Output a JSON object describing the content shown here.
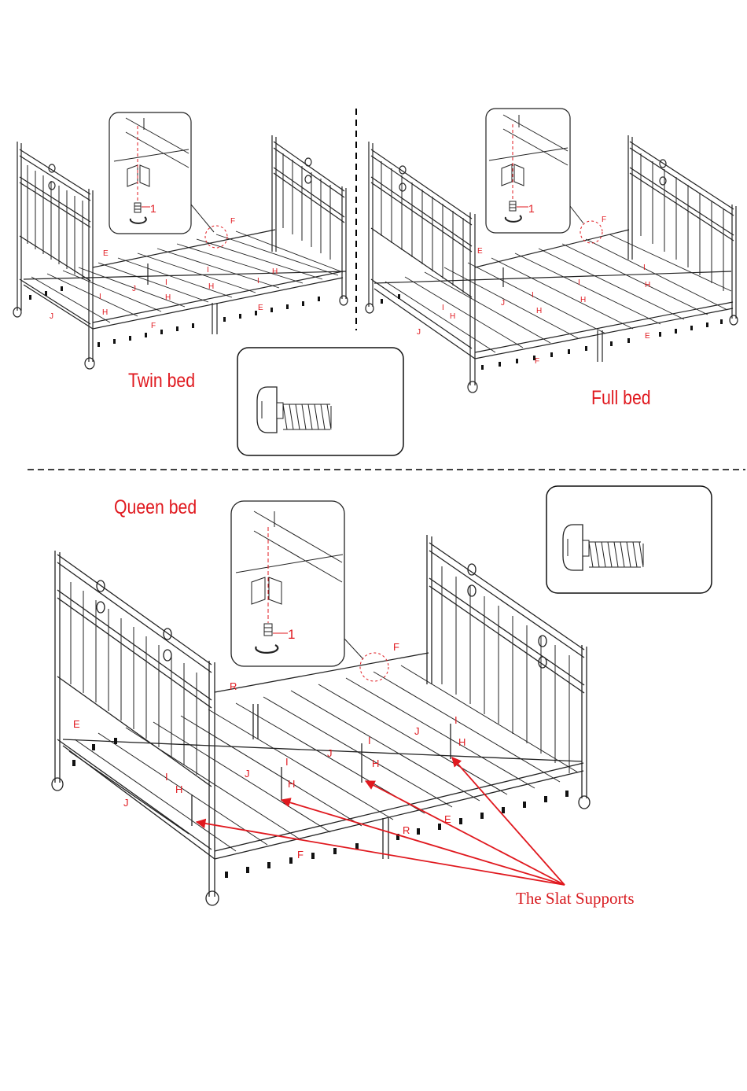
{
  "colors": {
    "callout": "#e0191f",
    "line": "#1a1a1a",
    "background": "#ffffff"
  },
  "titles": {
    "twin": "Twin bed",
    "full": "Full bed",
    "queen": "Queen bed"
  },
  "annotation": {
    "slat_supports": "The Slat Supports"
  },
  "detail": {
    "screw_qty_twin": "1",
    "screw_qty_full": "1",
    "screw_qty_queen": "1"
  },
  "part_letters": {
    "E": "E",
    "F": "F",
    "H": "H",
    "I": "I",
    "J": "J",
    "R": "R"
  },
  "icons": [
    "screw-icon",
    "bracket-icon",
    "rotate-icon"
  ]
}
